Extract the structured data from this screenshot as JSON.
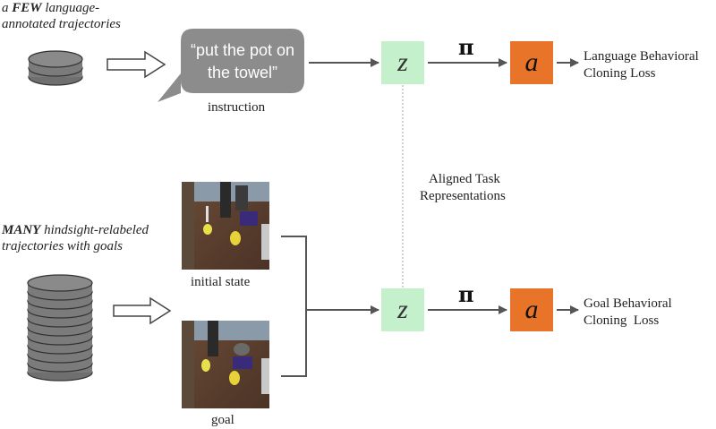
{
  "top": {
    "note_prefix": "a ",
    "note_strong": "FEW",
    "note_rest_1": " language-",
    "note_rest_2": "annotated trajectories",
    "bubble_line1": "“put the pot on",
    "bubble_line2": "the towel”",
    "bubble_caption": "instruction",
    "z_symbol": "z",
    "pi_symbol": "π",
    "a_symbol": "a",
    "loss_line1": "Language Behavioral",
    "loss_line2": "Cloning Loss"
  },
  "middle": {
    "aligned_line1": "Aligned Task",
    "aligned_line2": "Representations"
  },
  "bottom": {
    "note_strong": "MANY",
    "note_rest_1": " hindsight-relabeled",
    "note_rest_2": "trajectories with goals",
    "initial_caption": "initial state",
    "goal_caption": "goal",
    "z_symbol": "z",
    "pi_symbol": "π",
    "a_symbol": "a",
    "loss_line1": "Goal Behavioral",
    "loss_line2": "Cloning  Loss"
  },
  "colors": {
    "z_fill": "#c5f0cc",
    "a_fill": "#e8742a",
    "bubble_fill": "#8c8c8c",
    "disk_fill": "#7b7b7b",
    "arrow": "#555555"
  }
}
